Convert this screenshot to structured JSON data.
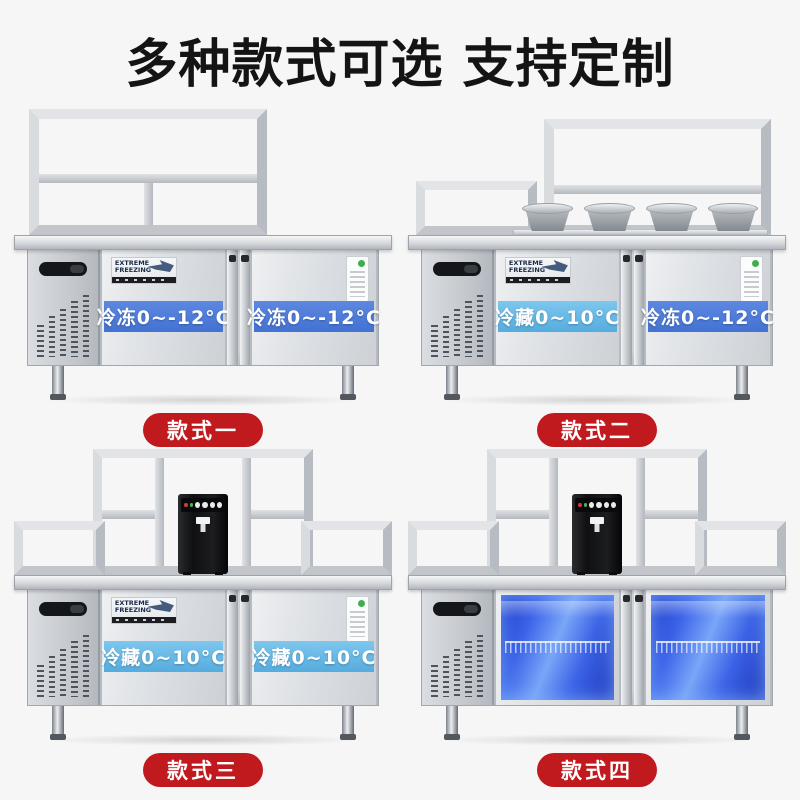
{
  "page": {
    "title": "多种款式可选 支持定制"
  },
  "colors": {
    "badge_red": "#c01a1e",
    "freeze_banner_blue": "#4a7cd8",
    "chill_banner_blue": "#67bce9",
    "glass_glow_blue": "#3b63e8",
    "title_color": "#141414",
    "steel_gray": "#cdd1d6"
  },
  "brand": {
    "sticker_text": "EXTREME FREEZING"
  },
  "products": [
    {
      "badge": "款式一",
      "shelf_type": "two-tier-frame",
      "top_items": "none",
      "doors": [
        {
          "type": "steel",
          "label": "冷冻0~-12°C"
        },
        {
          "type": "steel",
          "label": "冷冻0~-12°C"
        }
      ]
    },
    {
      "badge": "款式二",
      "shelf_type": "step-frame",
      "top_items": "four-ice-pans",
      "doors": [
        {
          "type": "steel",
          "label": "冷藏0~10°C"
        },
        {
          "type": "steel",
          "label": "冷冻0~-12°C"
        }
      ]
    },
    {
      "badge": "款式三",
      "shelf_type": "cubby-pyramid",
      "top_items": "water-boiler",
      "doors": [
        {
          "type": "steel",
          "label": "冷藏0~10°C"
        },
        {
          "type": "steel",
          "label": "冷藏0~10°C"
        }
      ]
    },
    {
      "badge": "款式四",
      "shelf_type": "cubby-pyramid",
      "top_items": "water-boiler",
      "doors": [
        {
          "type": "glass",
          "label": ""
        },
        {
          "type": "glass",
          "label": ""
        }
      ]
    }
  ]
}
